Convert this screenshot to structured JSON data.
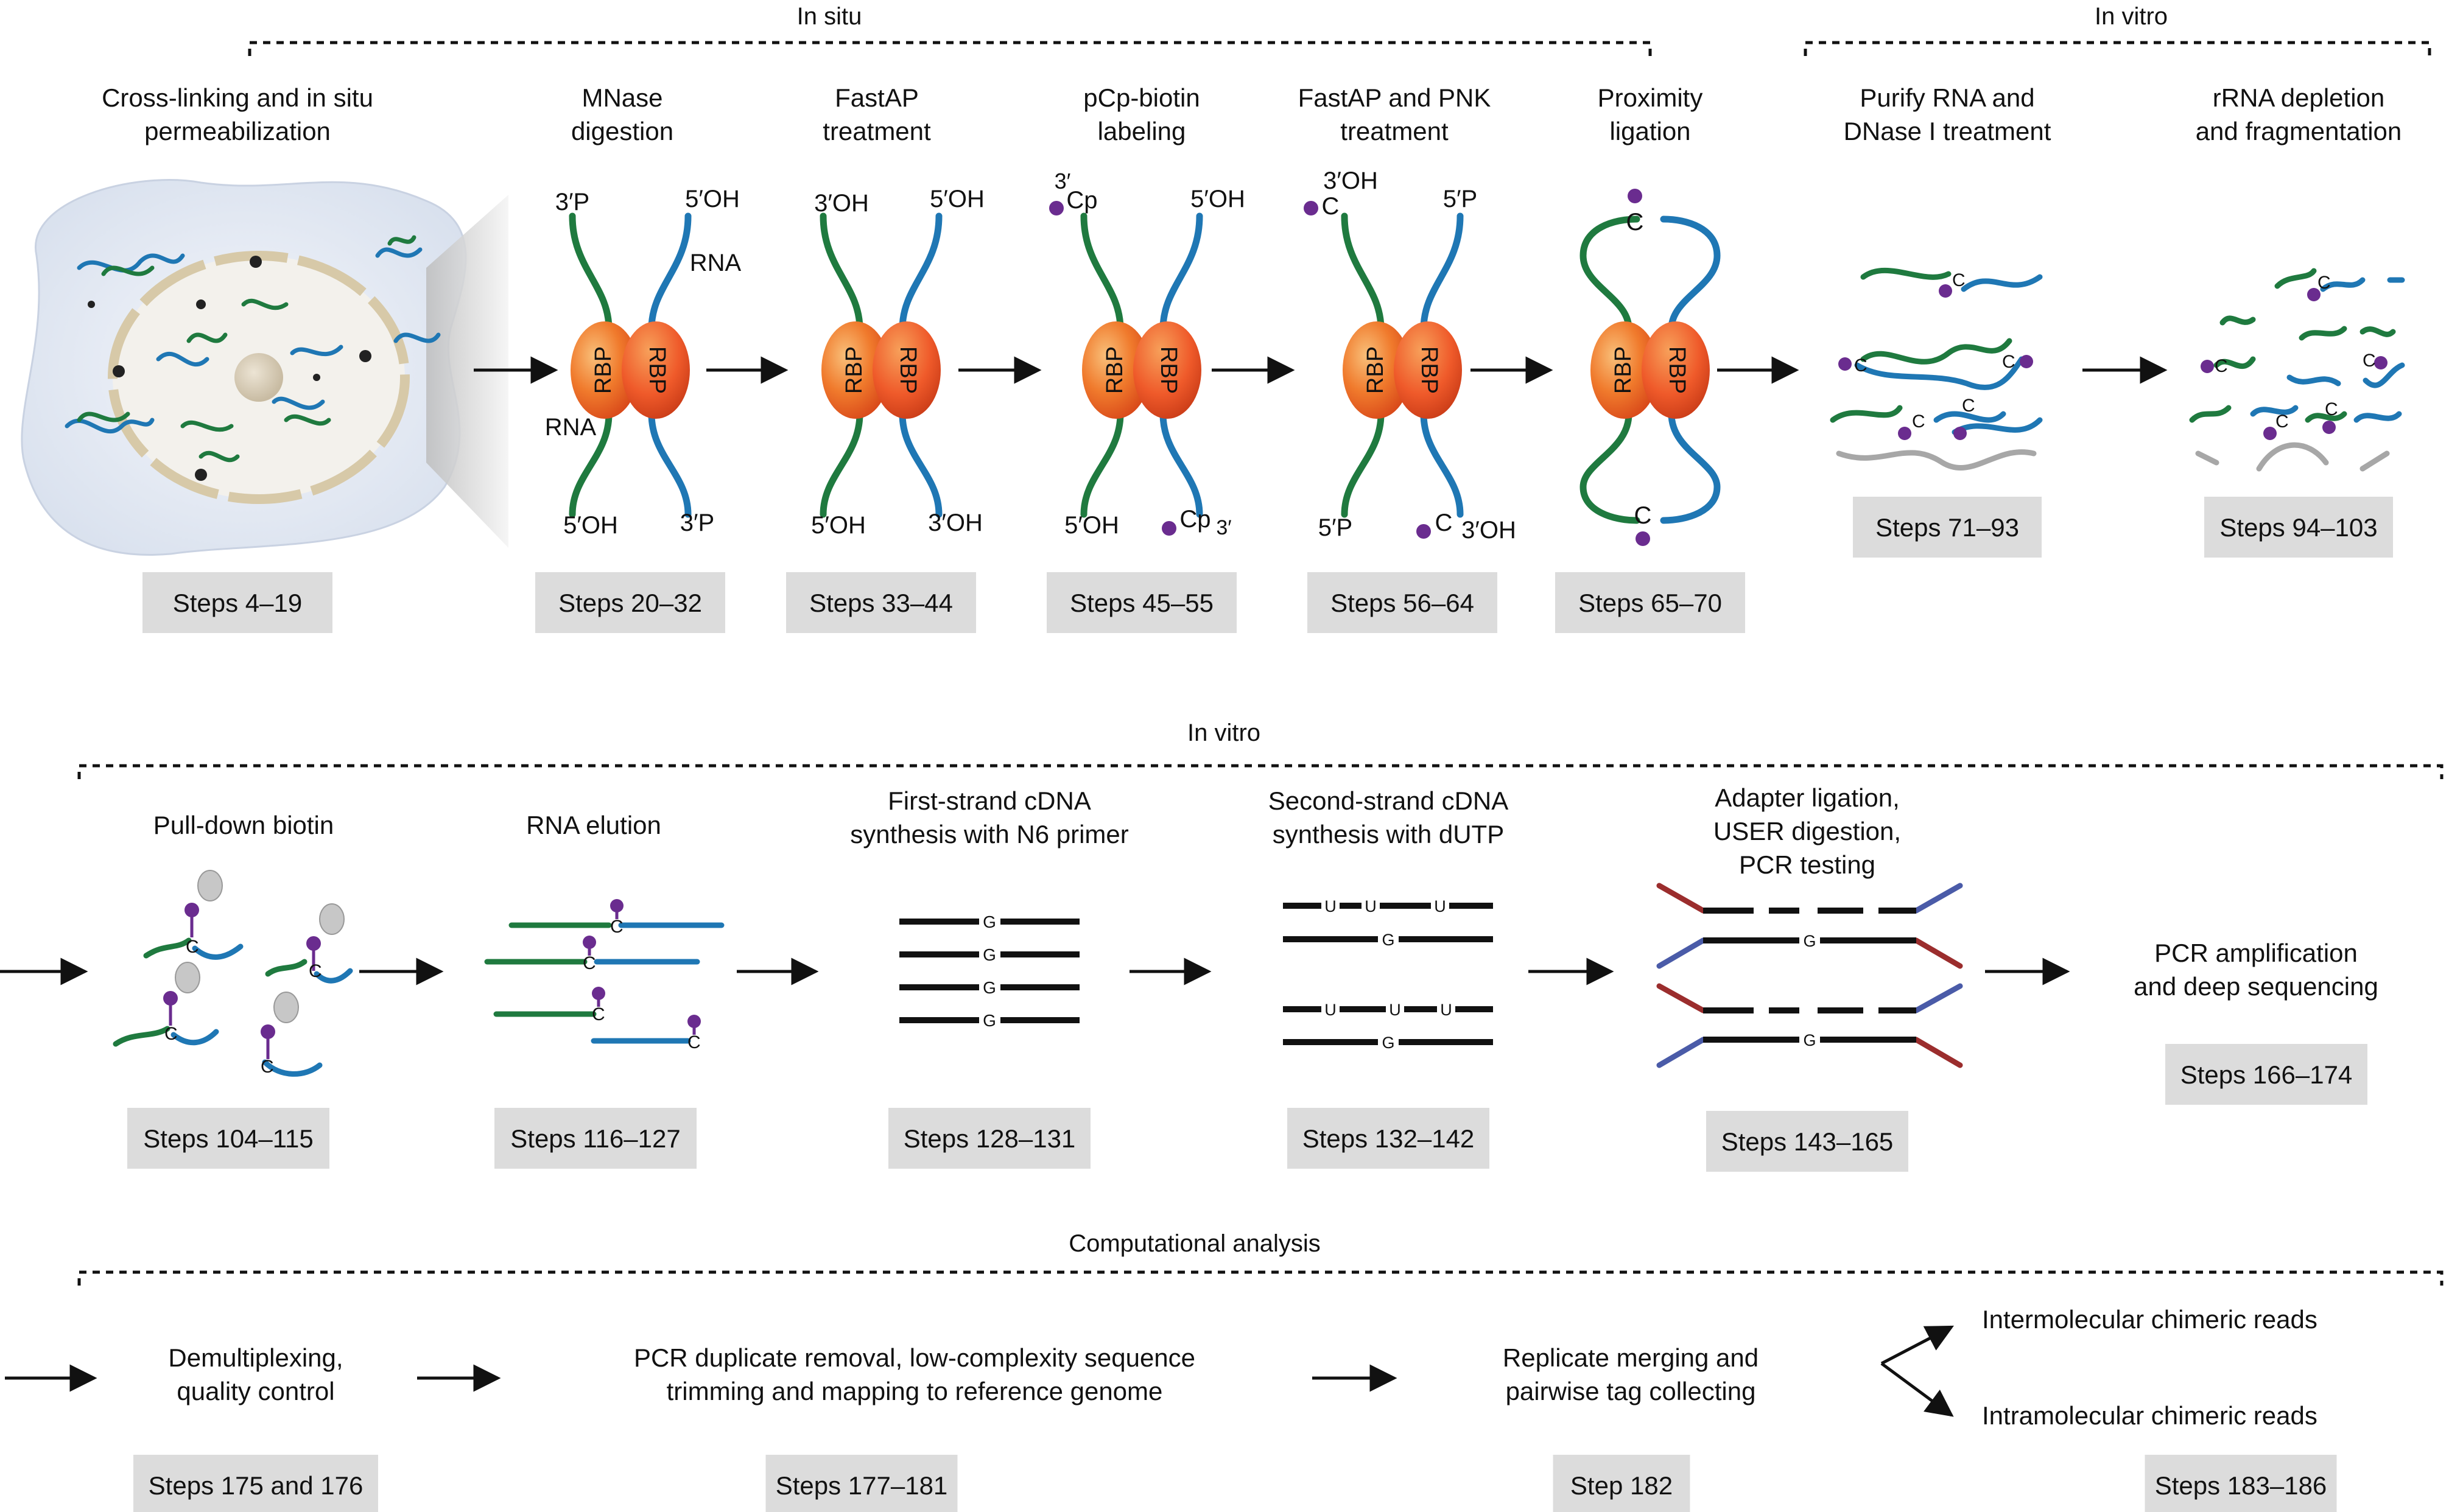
{
  "colors": {
    "green_strand": "#1f7a3f",
    "blue_strand": "#1f77b4",
    "rbp_fill": "#f26b2a",
    "rbp_fill_light": "#f7a05a",
    "biotin_purple": "#6a2c8f",
    "step_box": "#dcdcdc",
    "arrow": "#111111",
    "adapter_red": "#9b2d2d",
    "adapter_blue": "#4a5ba8",
    "grey_strand": "#a7a7a7",
    "cell_fill": "#e6ecf5"
  },
  "groups": {
    "in_situ": "In situ",
    "in_vitro_top": "In vitro",
    "in_vitro_mid": "In vitro",
    "computational": "Computational analysis"
  },
  "row1": [
    {
      "title": [
        "Cross-linking and in situ",
        "permeabilization"
      ],
      "step": "Steps 4–19"
    },
    {
      "title": [
        "MNase",
        "digestion"
      ],
      "step": "Steps 20–32"
    },
    {
      "title": [
        "FastAP",
        "treatment"
      ],
      "step": "Steps 33–44"
    },
    {
      "title": [
        "pCp-biotin",
        "labeling"
      ],
      "step": "Steps 45–55"
    },
    {
      "title": [
        "FastAP and PNK",
        "treatment"
      ],
      "step": "Steps 56–64"
    },
    {
      "title": [
        "Proximity",
        "ligation"
      ],
      "step": "Steps 65–70"
    },
    {
      "title": [
        "Purify RNA and",
        "DNase I treatment"
      ],
      "step": "Steps 71–93"
    },
    {
      "title": [
        "rRNA depletion",
        "and fragmentation"
      ],
      "step": "Steps 94–103"
    }
  ],
  "row2": [
    {
      "title": [
        "Pull-down biotin"
      ],
      "step": "Steps 104–115"
    },
    {
      "title": [
        "RNA elution"
      ],
      "step": "Steps 116–127"
    },
    {
      "title": [
        "First-strand cDNA",
        "synthesis with N6 primer"
      ],
      "step": "Steps 128–131"
    },
    {
      "title": [
        "Second-strand cDNA",
        "synthesis with dUTP"
      ],
      "step": "Steps 132–142"
    },
    {
      "title": [
        "Adapter ligation,",
        "USER digestion,",
        "PCR testing"
      ],
      "step": "Steps 143–165"
    },
    {
      "title": [
        "PCR amplification",
        "and deep sequencing"
      ],
      "step": "Steps 166–174"
    }
  ],
  "row3": [
    {
      "title": [
        "Demultiplexing,",
        "quality control"
      ],
      "step": "Steps 175 and 176"
    },
    {
      "title": [
        "PCR duplicate removal, low-complexity sequence",
        "trimming and mapping to reference genome"
      ],
      "step": "Steps 177–181"
    },
    {
      "title": [
        "Replicate merging and",
        "pairwise tag collecting"
      ],
      "step": "Step 182"
    },
    {
      "title": [
        "Intermolecular chimeric reads",
        "Intramolecular chimeric reads"
      ],
      "step": "Steps 183–186"
    }
  ],
  "labels": {
    "rbp": "RBP",
    "rna": "RNA",
    "c": "C",
    "g": "G",
    "u": "U",
    "p3": "3′P",
    "oh5": "5′OH",
    "oh3": "3′OH",
    "p5": "5′P",
    "three_prime": "3′",
    "cp": "Cp",
    "cp3": "Cp",
    "three_prime_small": "3′"
  },
  "icons": {
    "arrow": "right-arrow-icon",
    "biotin": "biotin-dot-icon",
    "bead": "streptavidin-bead-icon"
  }
}
